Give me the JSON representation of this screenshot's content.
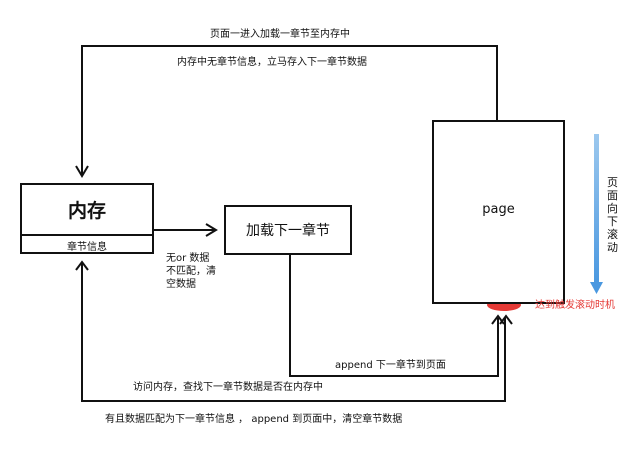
{
  "nodes": {
    "memory": {
      "title": "内存",
      "subtitle": "章节信息"
    },
    "load_next": {
      "label": "加载下一章节"
    },
    "page": {
      "label": "page"
    }
  },
  "labels": {
    "top_line1": "页面一进入加载一章节至内存中",
    "top_line2": "内存中无章节信息，立马存入下一章节数据",
    "no_match": "无or 数据不匹配，清空数据",
    "append_next": "append 下一章节到页面",
    "check_memory": "访问内存，查找下一章节数据是否在内存中",
    "bottom": "有且数据匹配为下一章节信息 ， append 到页面中，清空章节数据",
    "scroll_down": "页面向下滚动",
    "trigger": "达到触发滚动时机"
  },
  "colors": {
    "line": "#111111",
    "scroll_arrow": "#5aa6e6",
    "trigger_marker": "#e53935"
  }
}
